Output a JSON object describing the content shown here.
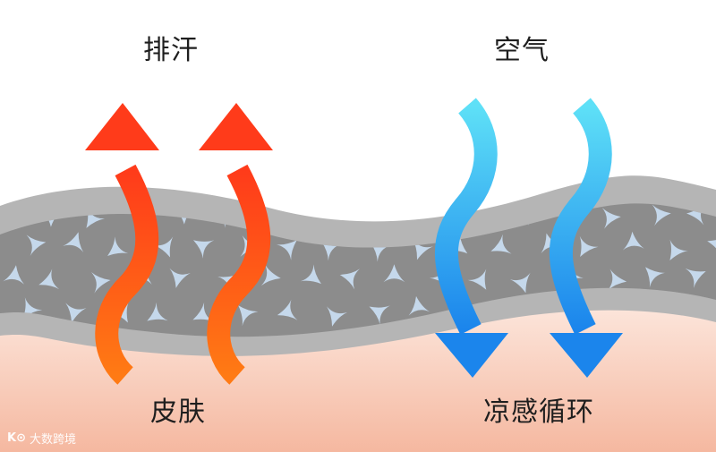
{
  "labels": {
    "sweat": "排汗",
    "air": "空气",
    "skin": "皮肤",
    "cooling": "凉感循环"
  },
  "watermark": {
    "logo": "K⊙",
    "text": "大数跨境"
  },
  "colors": {
    "background": "#ffffff",
    "skin_top": "#fce6dc",
    "skin_bottom": "#f5b8a0",
    "fabric_outer": "#b5b5b5",
    "fabric_inner": "#8c8c8c",
    "crystal": "#c8dcf0",
    "warm_arrow_top": "#ff3b1a",
    "warm_arrow_bottom": "#ff7a14",
    "cool_arrow_top": "#5ee0f7",
    "cool_arrow_bottom": "#1b85ec"
  }
}
